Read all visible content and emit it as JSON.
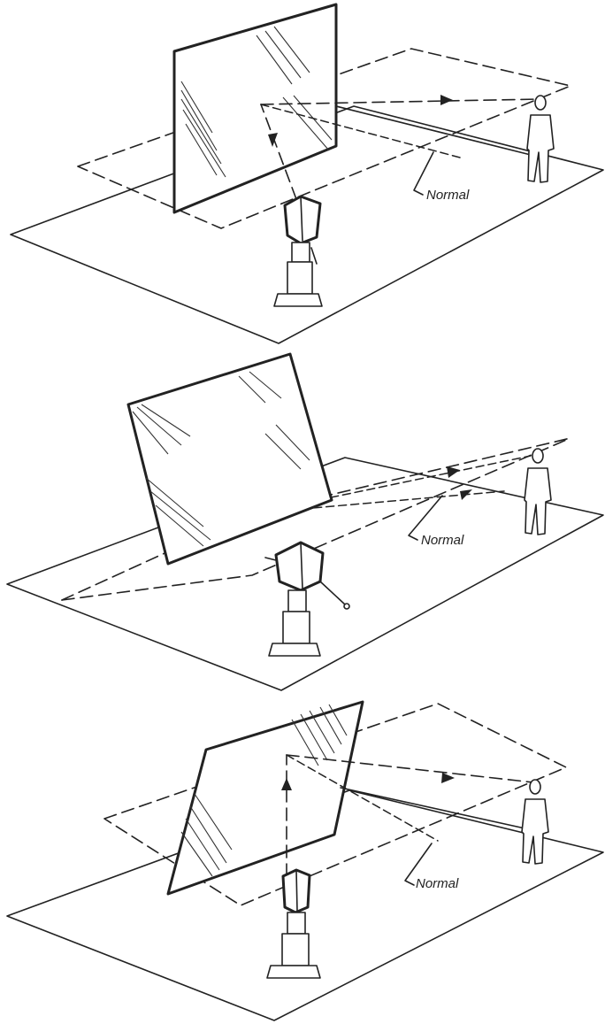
{
  "diagram": {
    "panels": [
      {
        "normal_label": "Normal"
      },
      {
        "normal_label": "Normal"
      },
      {
        "normal_label": "Normal"
      }
    ]
  },
  "colors": {
    "ink": "#222222",
    "paper": "#ffffff"
  },
  "icons": [
    "mirror-plane",
    "camera-on-pedestal",
    "standing-man",
    "arrowhead"
  ]
}
